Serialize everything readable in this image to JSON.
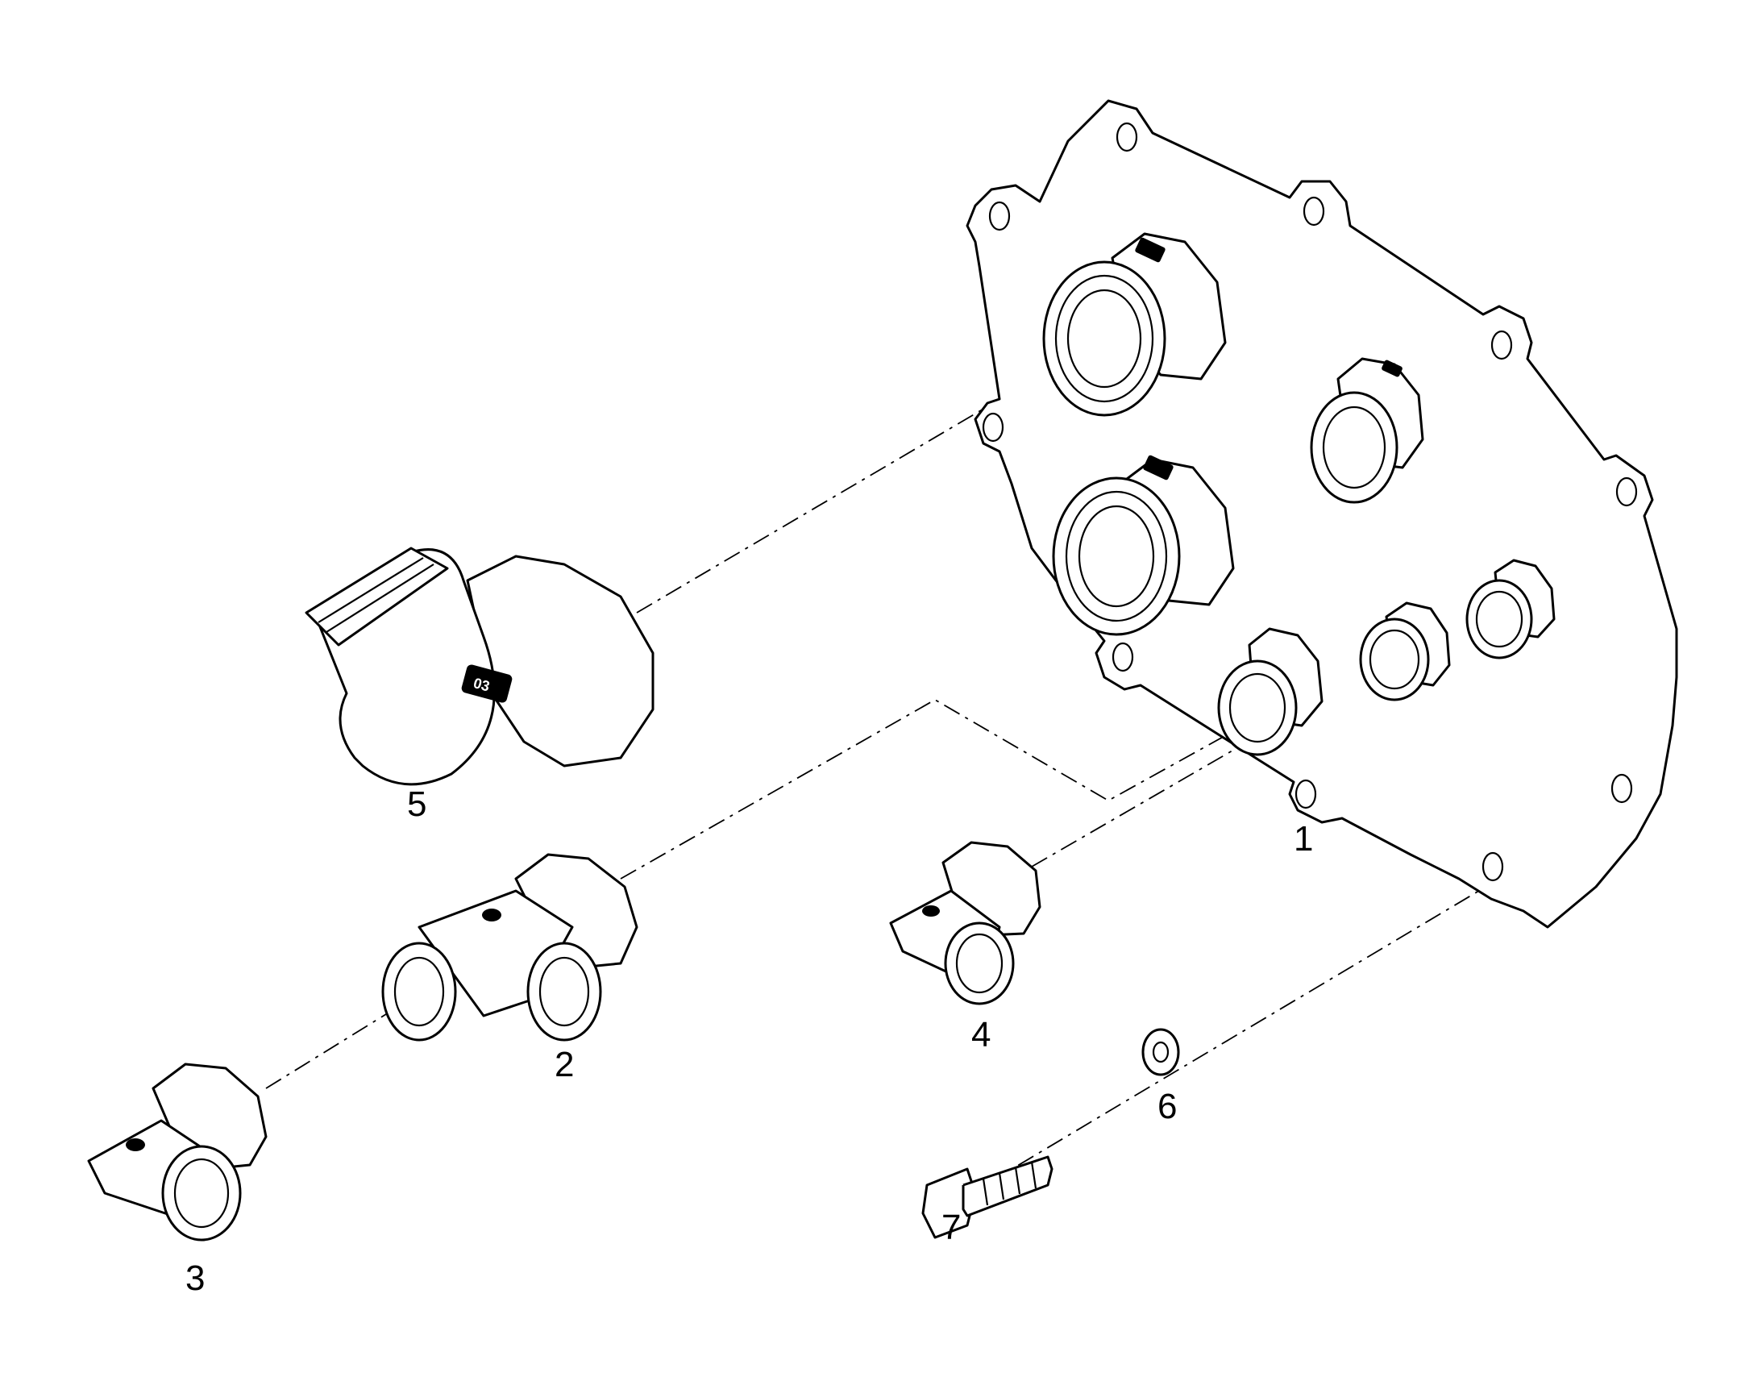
{
  "callouts": {
    "part1": "1",
    "part2": "2",
    "part3": "3",
    "part4": "4",
    "part5": "5",
    "part6": "6",
    "part7": "7"
  },
  "part_marks": {
    "elbow_mark": "03"
  },
  "colors": {
    "line": "#000000",
    "background": "#ffffff"
  }
}
